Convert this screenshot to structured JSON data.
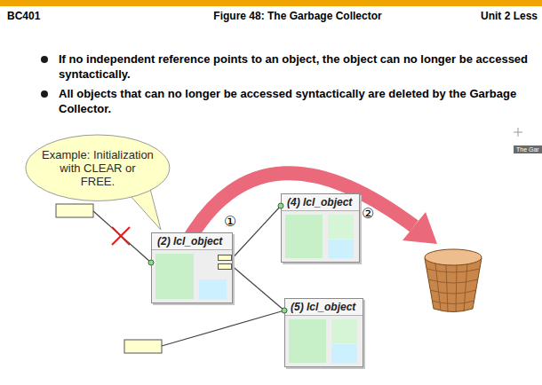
{
  "diagram": {
    "title": "Figure 48: The Garbage Collector",
    "nodes": [
      {
        "text": [
          "Example: Initialization with CLEAR or FREE."
        ]
      },
      {
        "text": [
          "(4) lcl_object"
        ]
      },
      {
        "text": [
          "(2) lcl_object"
        ]
      },
      {
        "text": [
          "(5) lcl_object"
        ]
      }
    ],
    "edges": [
      {
        "from": 2,
        "to": 1,
        "arrow": "none"
      },
      {
        "from": 2,
        "to": 3,
        "arrow": "none"
      }
    ],
    "labels": [
      "BC401",
      "Unit 2 Less",
      "If no independent reference points to an object, the object can no longer be accessed syntactically.",
      "All objects that can no longer be accessed syntactically are deleted by the Garbage Collector.",
      "②",
      "①",
      "The Gar"
    ]
  }
}
